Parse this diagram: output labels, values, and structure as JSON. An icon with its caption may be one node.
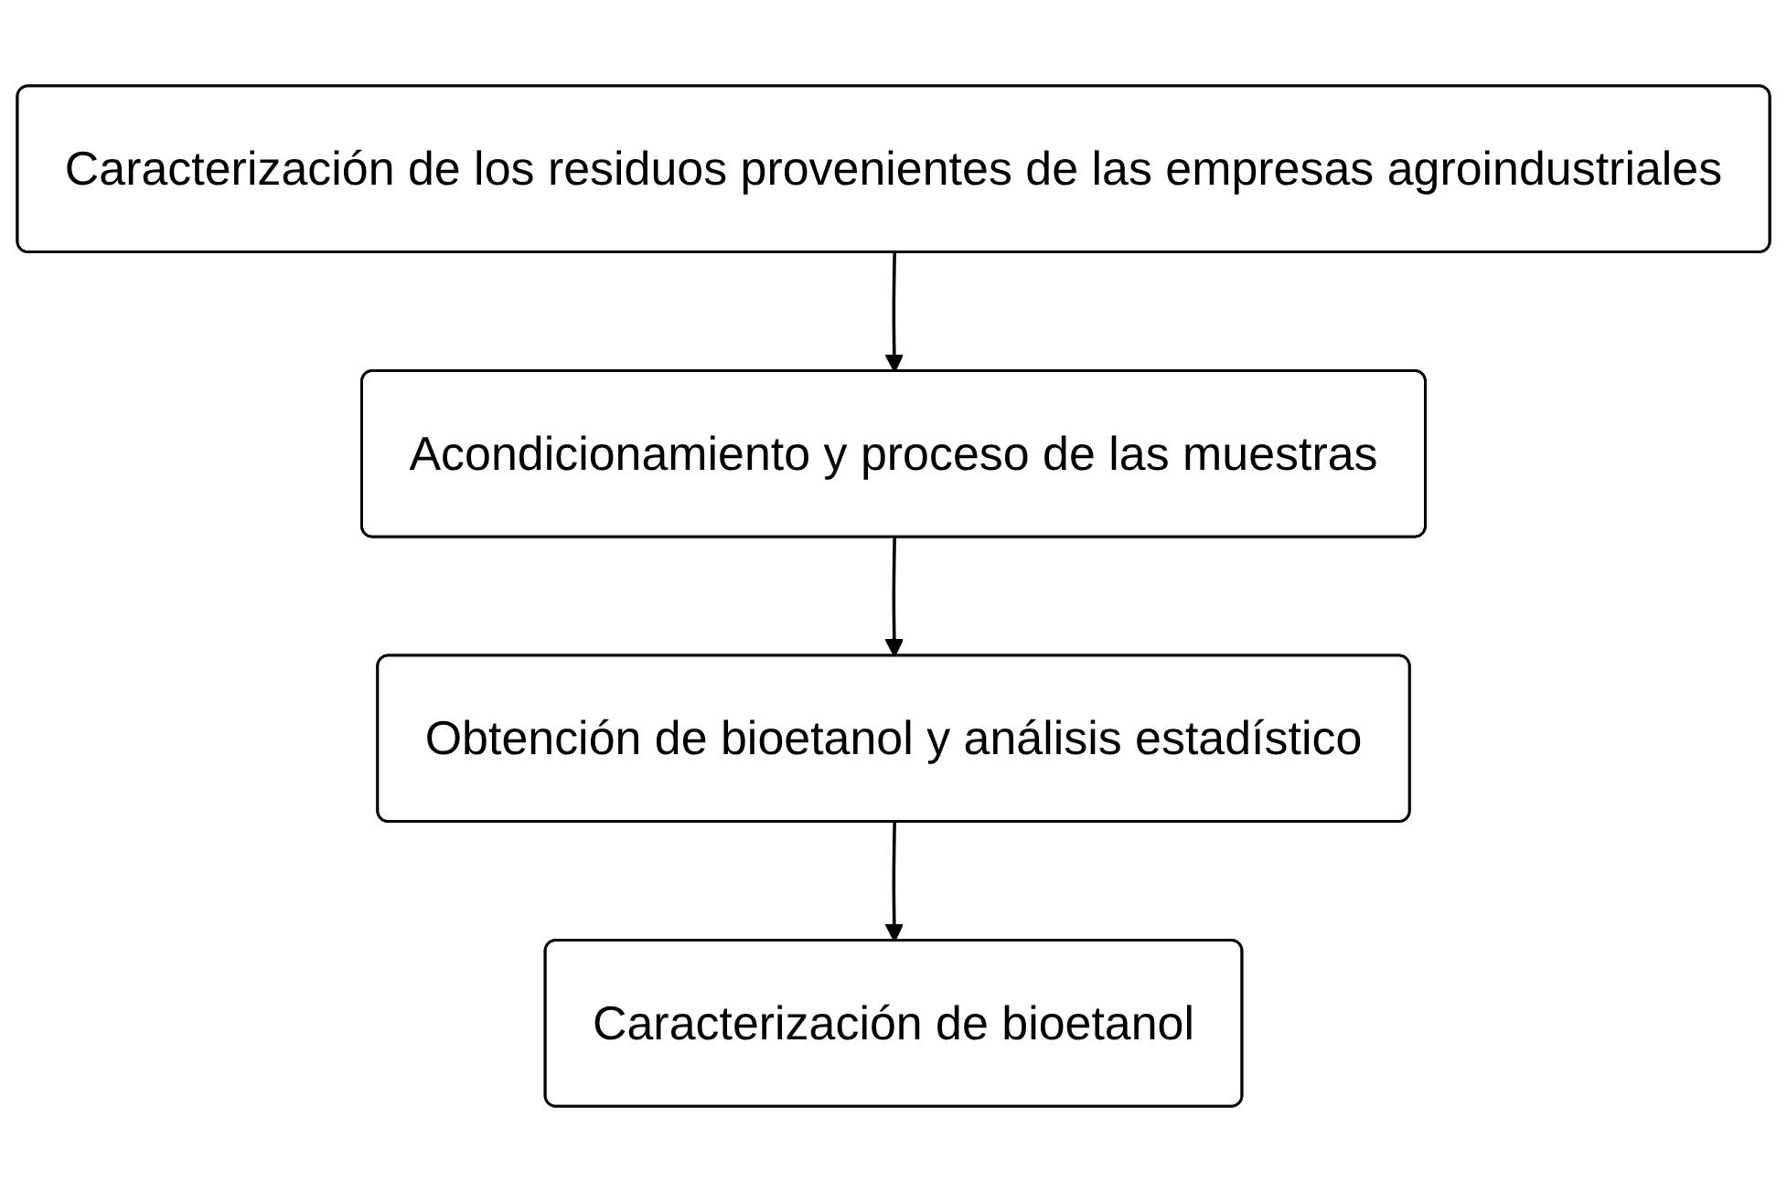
{
  "diagram": {
    "nodes": [
      {
        "text": [
          "Caracterización de los residuos provenientes de las empresas agroindustriales"
        ]
      },
      {
        "text": [
          "Acondicionamiento y proceso de las muestras"
        ]
      },
      {
        "text": [
          "Obtención de bioetanol y análisis estadístico"
        ]
      },
      {
        "text": [
          "Caracterización de bioetanol"
        ]
      }
    ],
    "edges": [
      {
        "from": 0,
        "to": 1,
        "arrow": "to"
      },
      {
        "from": 1,
        "to": 2,
        "arrow": "to"
      },
      {
        "from": 2,
        "to": 3,
        "arrow": "to"
      }
    ]
  }
}
